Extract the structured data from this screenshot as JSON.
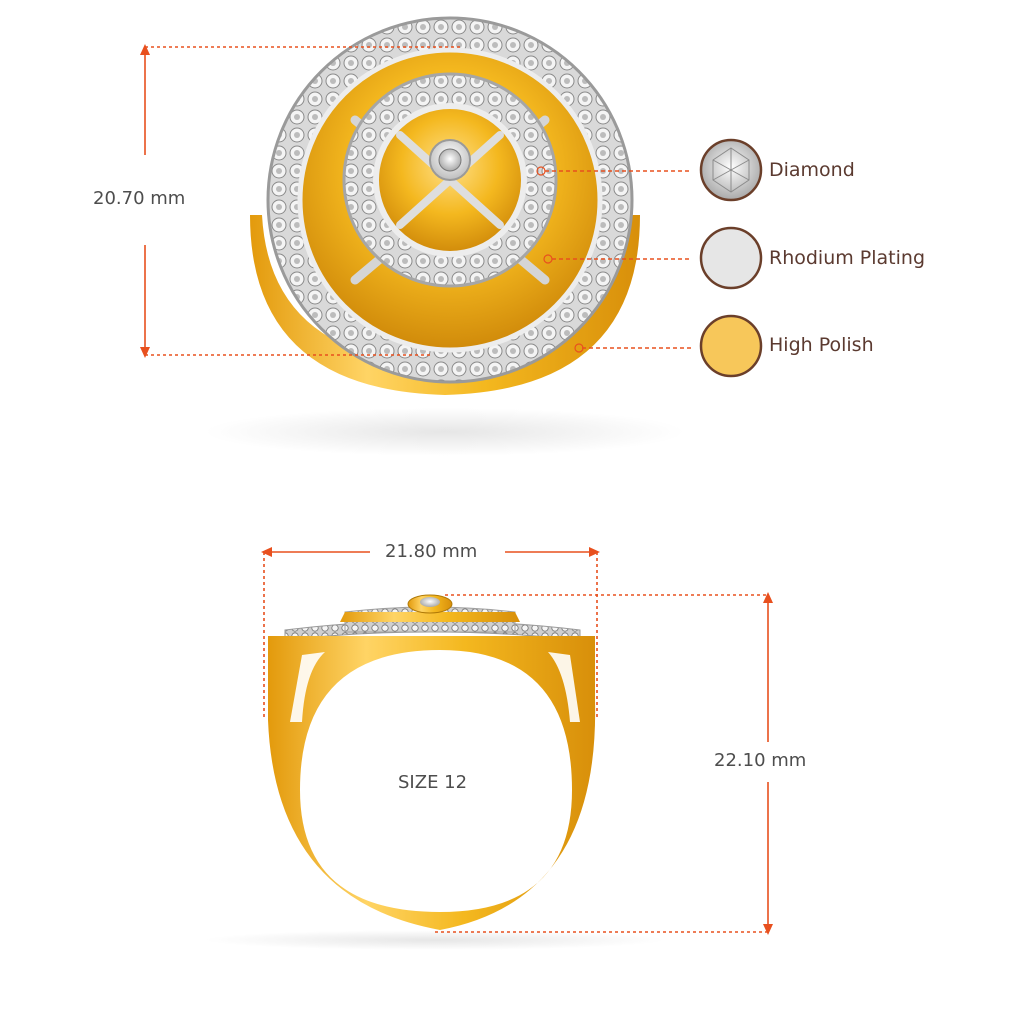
{
  "dimensions": {
    "top_height": "20.70 mm",
    "width": "21.80 mm",
    "side_height": "22.10 mm"
  },
  "size_label": "SIZE 12",
  "legend": [
    {
      "label": "Diamond",
      "icon": "diamond-swatch-icon",
      "color": "#e8e8e8"
    },
    {
      "label": "Rhodium Plating",
      "icon": "rhodium-swatch-icon",
      "color": "#e6e6e6"
    },
    {
      "label": "High Polish",
      "icon": "gold-swatch-icon",
      "color": "#f7c75a"
    }
  ],
  "colors": {
    "accent": "#e8501e",
    "gold": "#f2b21e",
    "gold_dark": "#d08a0a",
    "silver": "#dcdcdc",
    "swatch_border": "#6b3f2a"
  }
}
